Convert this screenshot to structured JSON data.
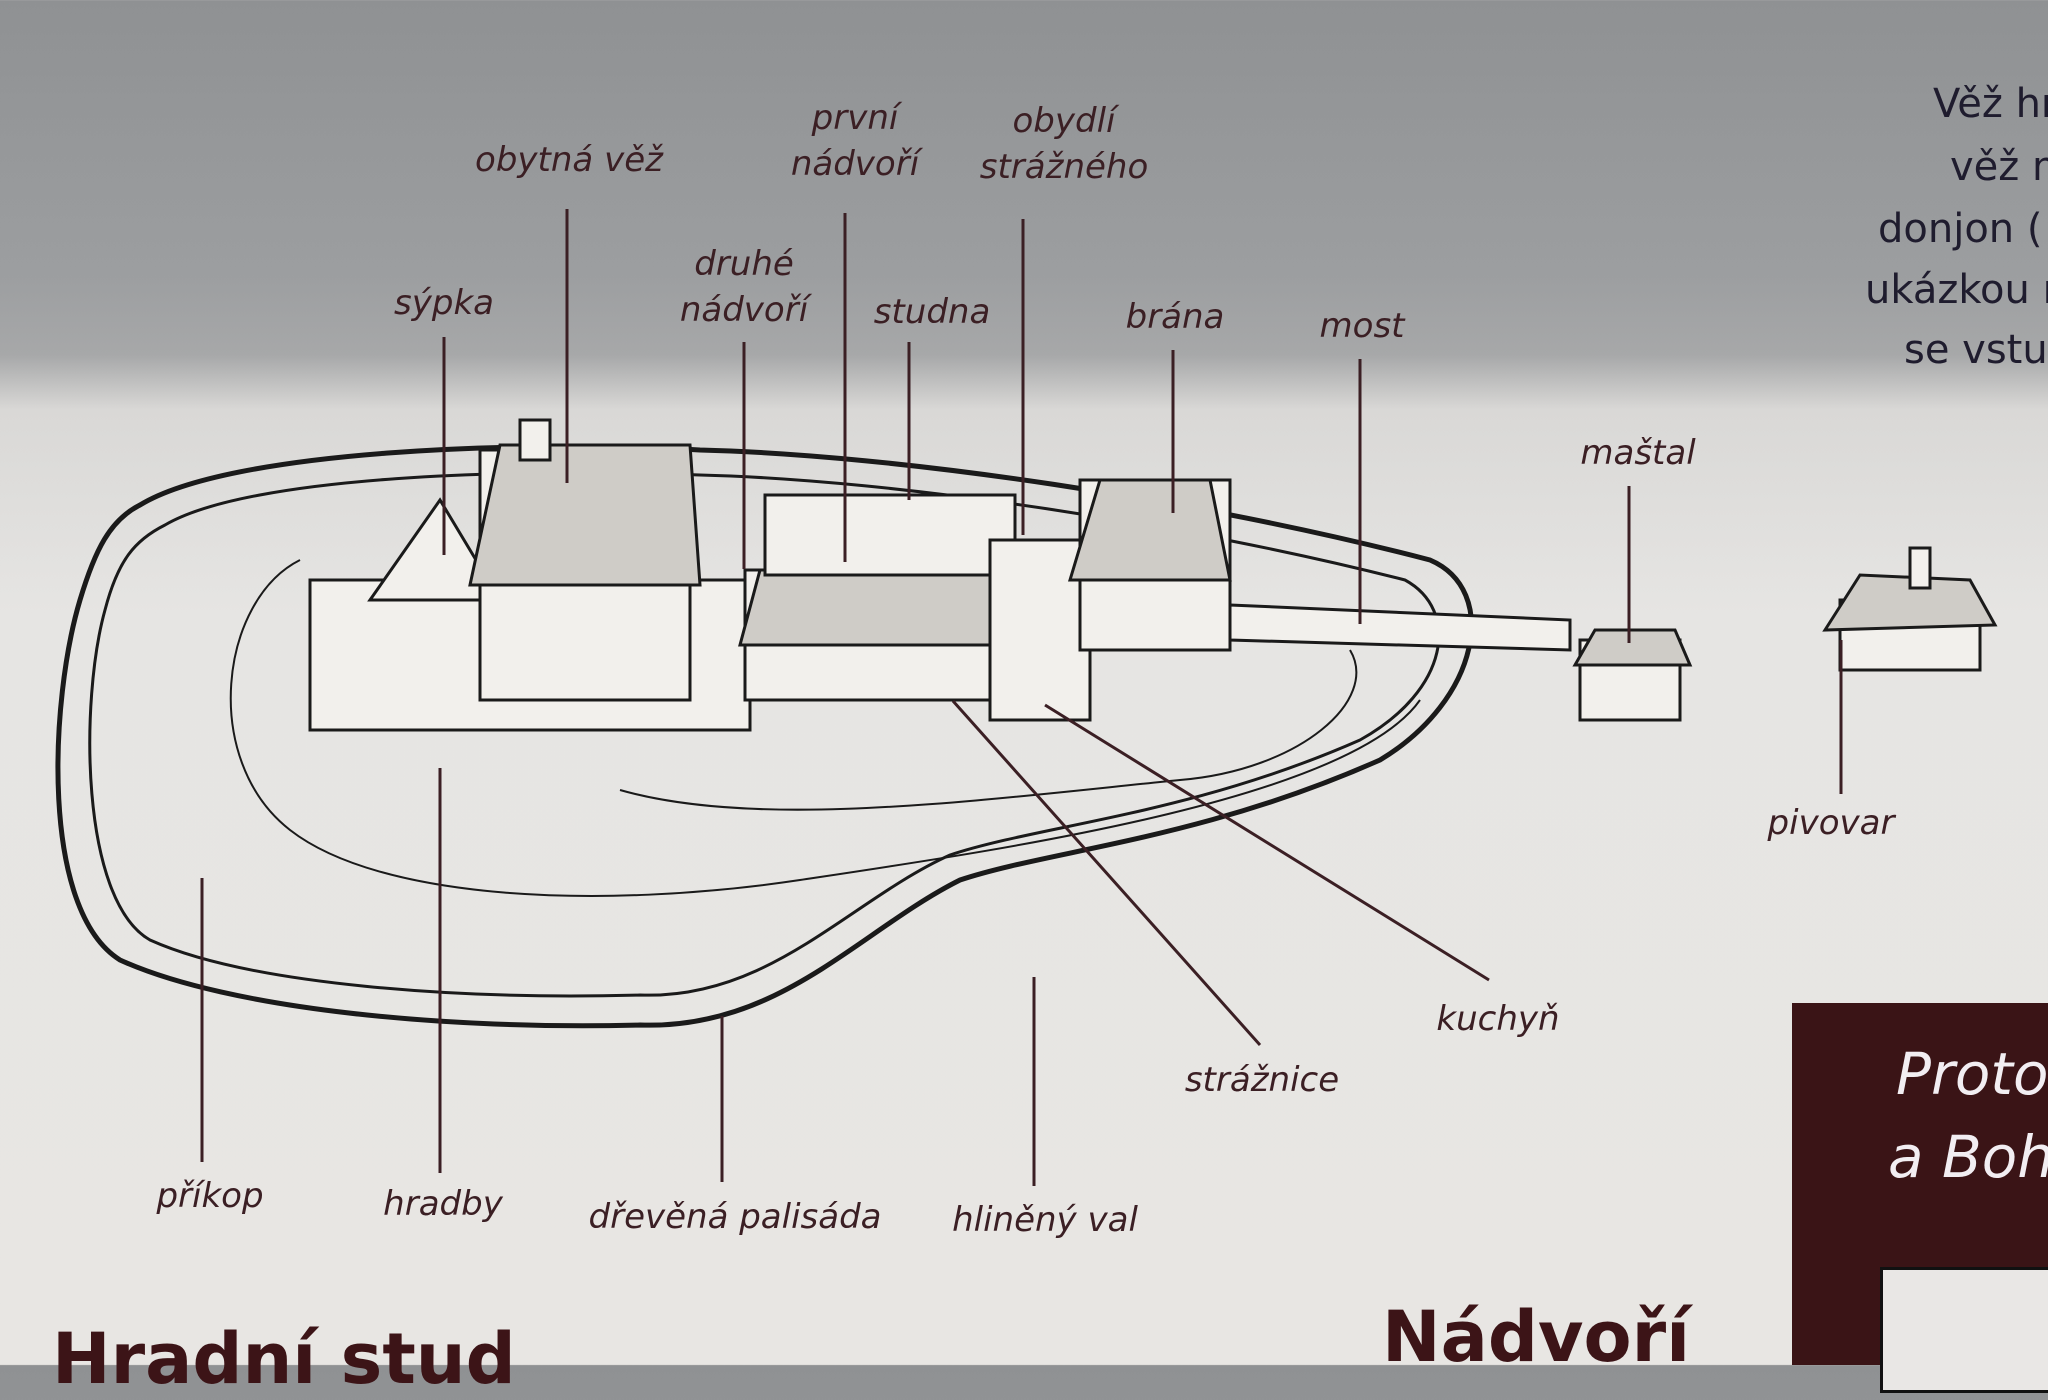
{
  "labels": {
    "obytna_vez": "obytná věž",
    "prvni_nadvori": [
      "první",
      "nádvoří"
    ],
    "obydli_strazneho": [
      "obydlí",
      "strážného"
    ],
    "sypka": "sýpka",
    "druhe_nadvori": [
      "druhé",
      "nádvoří"
    ],
    "studna": "studna",
    "brana": "brána",
    "most": "most",
    "mastal": "maštal",
    "pivovar": "pivovar",
    "kuchyn": "kuchyň",
    "straznice": "strážnice",
    "prikop": "příkop",
    "hradby": "hradby",
    "drevena_palisada": "dřevěná palisáda",
    "hlineny_val": "hliněný val"
  },
  "side_text": [
    "Věž hr",
    "věž m",
    "donjon (",
    "ukázkou r",
    "se vstu"
  ],
  "box_text": [
    "Proto",
    "a Boh"
  ],
  "headings": {
    "left": "Hradní stud",
    "right": "Nádvoří"
  },
  "colors": {
    "label": "#3b1f24",
    "box": "#3a1416"
  }
}
